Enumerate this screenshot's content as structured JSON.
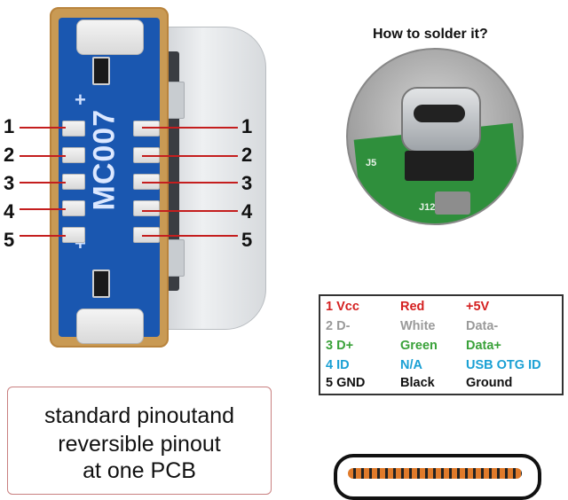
{
  "title": "How to solder it?",
  "pcb": {
    "silkscreen": "MC007",
    "plus_marks": [
      "+",
      "+"
    ],
    "pin_numbers_left": [
      "1",
      "2",
      "3",
      "4",
      "5"
    ],
    "pin_numbers_right": [
      "1",
      "2",
      "3",
      "4",
      "5"
    ]
  },
  "photo": {
    "labels": [
      "J5",
      "J12"
    ]
  },
  "pinout_table": {
    "rows": [
      {
        "pin": "1 Vcc",
        "color": "Red",
        "signal": "+5V",
        "hex": "#d42020"
      },
      {
        "pin": "2 D-",
        "color": "White",
        "signal": "Data-",
        "hex": "#9a9a9a"
      },
      {
        "pin": "3 D+",
        "color": "Green",
        "signal": "Data+",
        "hex": "#3aa23a"
      },
      {
        "pin": "4 ID",
        "color": "N/A",
        "signal": "USB OTG ID",
        "hex": "#1aa0d4"
      },
      {
        "pin": "5 GND",
        "color": "Black",
        "signal": "Ground",
        "hex": "#111111"
      }
    ]
  },
  "caption": {
    "lines": [
      "standard pinoutand",
      "reversible pinout",
      "at one PCB"
    ]
  },
  "colors": {
    "pcb_blue": "#1a57b0",
    "pcb_gold": "#c99a54",
    "leader_red": "#c41e1e",
    "cable_orange": "#e07a2a"
  }
}
